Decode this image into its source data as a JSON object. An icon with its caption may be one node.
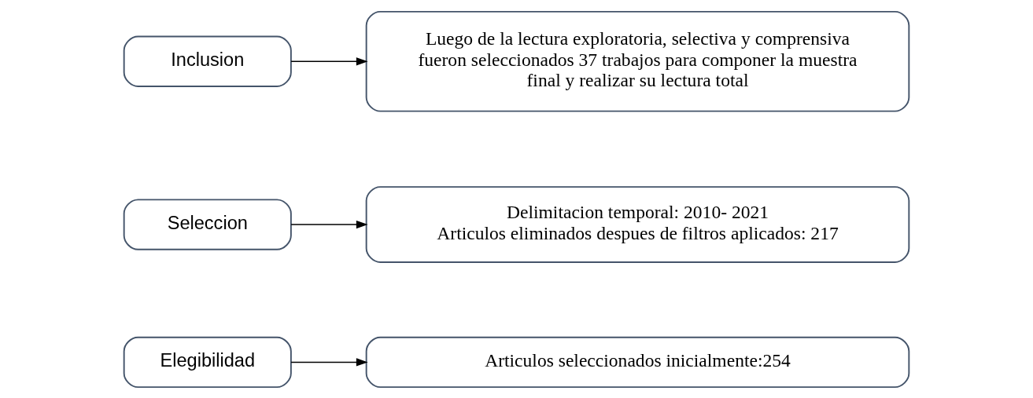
{
  "diagram": {
    "nodes": [
      {
        "text": [
          "Elegibilidad"
        ]
      },
      {
        "text": [
          "Articulos seleccionados inicialmente:254"
        ]
      },
      {
        "text": [
          "Seleccion"
        ]
      },
      {
        "text": [
          "Delimitacion temporal: 2010- 2021",
          "Articulos eliminados despues de filtros aplicados: 217"
        ]
      },
      {
        "text": [
          "Inclusion"
        ]
      },
      {
        "text": [
          "Luego de la lectura exploratoria, selectiva y comprensiva fueron seleccionados 37 trabajos para componer la muestra final y realizar su lectura total"
        ]
      }
    ],
    "edges": [
      {
        "from": 0,
        "to": 1,
        "arrow": "to"
      },
      {
        "from": 2,
        "to": 3,
        "arrow": "to"
      },
      {
        "from": 4,
        "to": 5,
        "arrow": "to"
      }
    ]
  }
}
